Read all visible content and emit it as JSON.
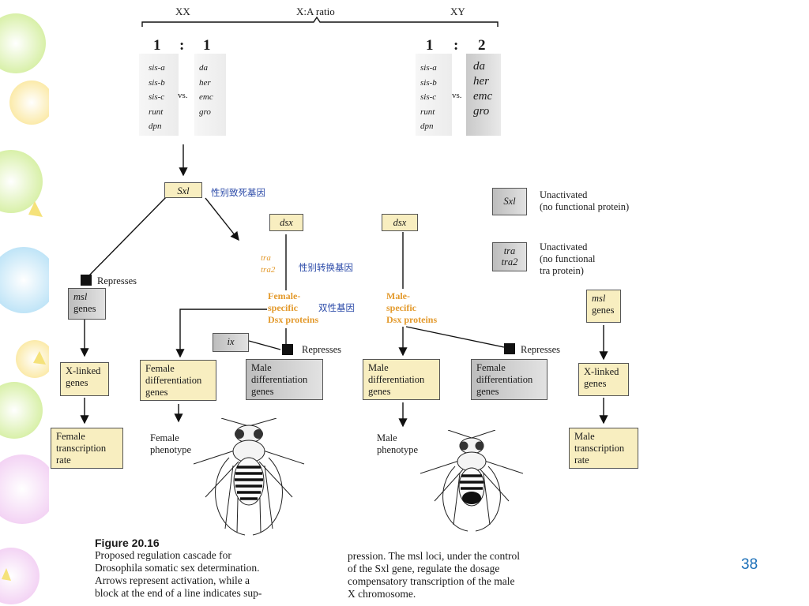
{
  "header": {
    "xx": "XX",
    "ratio_label": "X:A ratio",
    "xy": "XY"
  },
  "xx_group": {
    "ratio_left": "1",
    "colon": ":",
    "ratio_right": "1",
    "vs": "vs.",
    "x_genes": [
      "sis-a",
      "sis-b",
      "sis-c",
      "runt",
      "dpn"
    ],
    "a_genes": [
      "da",
      "her",
      "emc",
      "gro"
    ]
  },
  "xy_group": {
    "ratio_left": "1",
    "colon": ":",
    "ratio_right": "2",
    "vs": "vs.",
    "x_genes": [
      "sis-a",
      "sis-b",
      "sis-c",
      "runt",
      "dpn"
    ],
    "a_genes": [
      "da",
      "her",
      "emc",
      "gro"
    ]
  },
  "female_path": {
    "sxl": "Sxl",
    "sxl_cn": "性别致死基因",
    "dsx": "dsx",
    "tra": "tra",
    "tra2": "tra2",
    "tra_cn": "性别转换基因",
    "dsx_proteins": [
      "Female-",
      "specific",
      "Dsx proteins"
    ],
    "dsx_cn": "双性基因",
    "ix": "ix",
    "represses": "Represses",
    "msl_represses": "Represses",
    "msl_genes": [
      "msl",
      "genes"
    ],
    "x_linked": [
      "X-linked",
      "genes"
    ],
    "transcription": [
      "Female",
      "transcription",
      "rate"
    ],
    "female_diff": [
      "Female",
      "differentiation",
      "genes"
    ],
    "male_diff": [
      "Male",
      "differentiation",
      "genes"
    ],
    "phenotype": [
      "Female",
      "phenotype"
    ]
  },
  "male_path": {
    "dsx": "dsx",
    "dsx_proteins": [
      "Male-",
      "specific",
      "Dsx proteins"
    ],
    "represses": "Represses",
    "male_diff": [
      "Male",
      "differentiation",
      "genes"
    ],
    "female_diff": [
      "Female",
      "differentiation",
      "genes"
    ],
    "phenotype": [
      "Male",
      "phenotype"
    ],
    "msl_genes": [
      "msl",
      "genes"
    ],
    "x_linked": [
      "X-linked",
      "genes"
    ],
    "transcription": [
      "Male",
      "transcription",
      "rate"
    ]
  },
  "legend": {
    "sxl": "Sxl",
    "sxl_text": [
      "Unactivated",
      "(no functional protein)"
    ],
    "tra": [
      "tra",
      "tra2"
    ],
    "tra_text": [
      "Unactivated",
      "(no functional",
      "tra protein)"
    ]
  },
  "caption": {
    "title": "Figure 20.16",
    "left_lines": [
      "Proposed regulation cascade for",
      "Drosophila somatic sex determination.",
      "Arrows represent activation, while a",
      "block at the end of a line indicates sup-"
    ],
    "right_lines": [
      "pression. The msl loci, under the control",
      "of the Sxl gene, regulate the dosage",
      "compensatory transcription of the male",
      "X chromosome."
    ]
  },
  "slide_number": "38",
  "colors": {
    "cream": "#f8eec0",
    "gray": "#c8c8c8",
    "orange": "#e39a2d",
    "blue_label": "#2b4aa8",
    "page_num": "#1b6fb8"
  }
}
